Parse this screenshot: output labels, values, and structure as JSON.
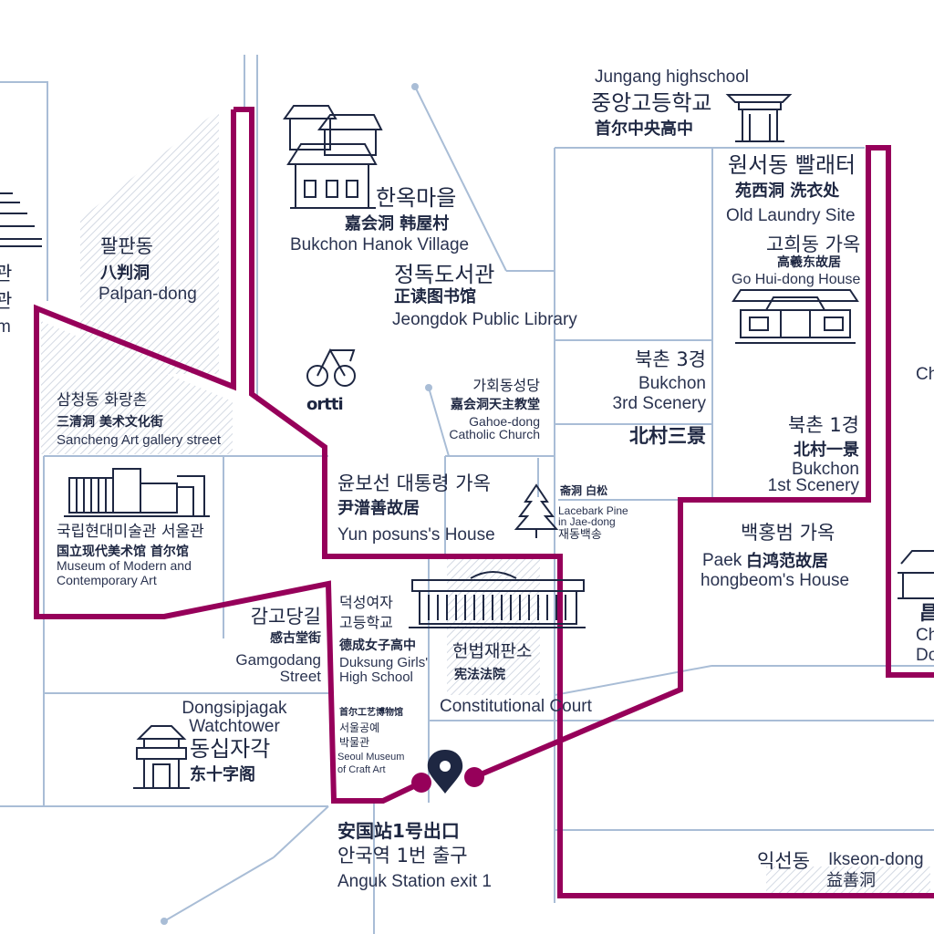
{
  "colors": {
    "route": "#96005a",
    "road": "#a9bdd6",
    "ink": "#1e2742",
    "hatch": "#d7dde6",
    "pin": "#1e2742"
  },
  "logo": {
    "text": "ortti",
    "icon": "bicycle-icon"
  },
  "places": {
    "jungang": {
      "en": "Jungang highschool",
      "ko": "중앙고등학교",
      "zh": "首尔中央高中",
      "icon": "school-gate-icon"
    },
    "hanok": {
      "ko": "한옥마을",
      "zh": "嘉会洞 韩屋村",
      "en": "Bukchon Hanok Village",
      "icon": "hanok-icon"
    },
    "palpan": {
      "ko": "팔판동",
      "zh": "八判洞",
      "en": "Palpan-dong"
    },
    "jeongdok": {
      "ko": "정독도서관",
      "zh": "正读图书馆",
      "en": "Jeongdok Public Library"
    },
    "laundry": {
      "ko": "원서동 빨래터",
      "zh": "苑西洞 洗衣处",
      "en": "Old Laundry Site"
    },
    "gohuidong": {
      "ko": "고희동 가옥",
      "zh": "高羲东故居",
      "en": "Go Hui-dong House",
      "icon": "house-icon"
    },
    "scenery3": {
      "ko": "북촌 3경",
      "en1": "Bukchon",
      "en2": "3rd Scenery",
      "zh": "北村三景"
    },
    "scenery1": {
      "ko": "북촌 1경",
      "zh": "北村一景",
      "en1": "Bukchon",
      "en2": "1st Scenery"
    },
    "gahoe": {
      "ko": "가회동성당",
      "zh": "嘉会洞天主教堂",
      "en1": "Gahoe-dong",
      "en2": "Catholic Church"
    },
    "samcheong": {
      "ko": "삼청동 화랑촌",
      "zh": "三清洞 美术文化街",
      "en": "Sancheng Art gallery street"
    },
    "mmca": {
      "ko": "국립현대미술관 서울관",
      "zh": "国立现代美术馆 首尔馆",
      "en1": "Museum of Modern and",
      "en2": "Contemporary Art",
      "icon": "museum-icon"
    },
    "yunposun": {
      "ko": "윤보선 대통령 가옥",
      "zh": "尹潽善故居",
      "en": "Yun posuns's House"
    },
    "pine": {
      "zh": "斋洞 白松",
      "en1": "Lacebark Pine",
      "en2": "in Jae-dong",
      "ko": "재동백송",
      "icon": "pine-tree-icon"
    },
    "paek": {
      "ko": "백홍범 가옥",
      "en1": "Paek",
      "zh": "白鸿范故居",
      "en2": "hongbeom's House"
    },
    "gamgodang": {
      "ko": "감고당길",
      "zh": "感古堂街",
      "en1": "Gamgodang",
      "en2": "Street"
    },
    "duksung": {
      "ko1": "덕성여자",
      "ko2": "고등학교",
      "zh": "德成女子高中",
      "en1": "Duksung Girls'",
      "en2": "High School"
    },
    "court": {
      "ko": "헌법재판소",
      "zh": "宪法法院",
      "en": "Constitutional Court",
      "icon": "court-building-icon"
    },
    "dongsip": {
      "en1": "Dongsipjagak",
      "en2": "Watchtower",
      "ko": "동십자각",
      "zh": "东十字阁",
      "icon": "watchtower-icon"
    },
    "craft": {
      "zh": "首尔工艺博物馆",
      "ko1": "서울공예",
      "ko2": "박물관",
      "en1": "Seoul Museum",
      "en2": "of Craft Art"
    },
    "anguk": {
      "zh": "安国站1号出口",
      "ko": "안국역 1번 출구",
      "en": "Anguk Station exit 1",
      "icon": "location-pin-icon"
    },
    "ikseon": {
      "ko": "익선동",
      "en": "Ikseon-dong",
      "zh": "益善洞"
    }
  },
  "edge": {
    "left1": "관",
    "left2": "관",
    "left3": "m",
    "right_ch": "Ch",
    "right_ko": "昌",
    "right_ch2": "Ch",
    "right_do": "Do"
  }
}
